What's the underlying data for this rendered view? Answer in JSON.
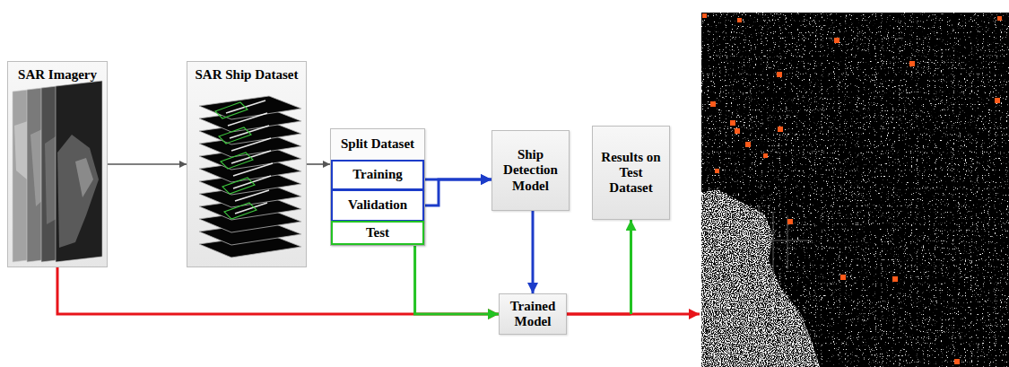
{
  "diagram": {
    "nodes": [
      {
        "text": [
          "SAR Imagery"
        ]
      },
      {
        "text": [
          "SAR Ship Dataset"
        ]
      },
      {
        "text": [
          "Split Dataset"
        ]
      },
      {
        "text": [
          "Training"
        ],
        "in": 2
      },
      {
        "text": [
          "Validation"
        ],
        "in": 2
      },
      {
        "text": [
          "Test"
        ],
        "in": 2
      },
      {
        "text": [
          "Ship Detection Model"
        ]
      },
      {
        "text": [
          "Results on Test Dataset"
        ]
      },
      {
        "text": [
          "Trained Model"
        ]
      }
    ],
    "edges": [
      {
        "from": 0,
        "to": 1,
        "arrow": "to"
      },
      {
        "from": 1,
        "to": 2,
        "arrow": "to"
      },
      {
        "from": 3,
        "to": 6,
        "arrow": "to"
      },
      {
        "from": 4,
        "to": 6,
        "arrow": "to"
      },
      {
        "from": 6,
        "to": 8,
        "arrow": "to"
      },
      {
        "from": 5,
        "to": 8,
        "arrow": "to"
      },
      {
        "from": 0,
        "to": 8,
        "arrow": "to"
      },
      {
        "from": 8,
        "to": 7,
        "arrow": "to"
      }
    ]
  }
}
